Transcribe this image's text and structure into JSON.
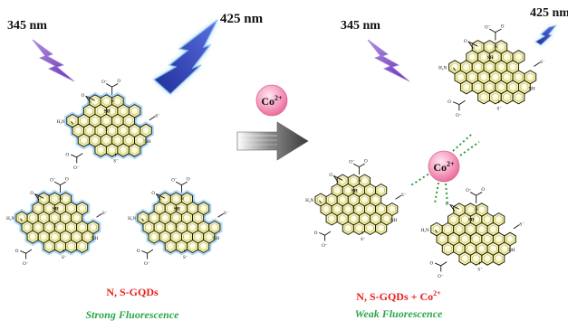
{
  "left": {
    "excitation": "345 nm",
    "emission": "425 nm",
    "title": "N, S-GQDs",
    "subtitle": "Strong Fluorescence"
  },
  "middle": {
    "ion": "Co",
    "ion_charge": "2+"
  },
  "right": {
    "excitation": "345 nm",
    "emission": "425 nm",
    "title_main": "N, S-GQDs + Co",
    "title_sup": "2+",
    "subtitle": "Weak Fluorescence",
    "ion": "Co",
    "ion_charge": "2+"
  },
  "molecule_labels": {
    "amine": "H₂N",
    "thiol": "SH",
    "imine": "NH",
    "sulfur": "S",
    "thiolate": "S⁻",
    "carboxyl": "O⁻",
    "carbonyl": "O",
    "ring_s": "S",
    "ring_n": "N"
  },
  "colors": {
    "title_red": "#e8201c",
    "subtitle_green": "#2aa84a",
    "violet_bolt": "#7b3fc4",
    "blue_bolt": "#2f45b8",
    "hex_fill": "#f6f39a",
    "hex_glow": "#4aa8e8",
    "ion_pink": "#f48fb8",
    "dotted_link": "#2e9e3a"
  }
}
